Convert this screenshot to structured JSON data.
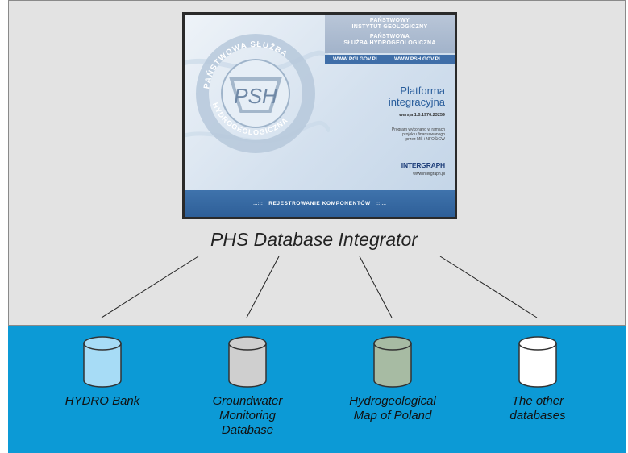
{
  "splash": {
    "header_line1": "PAŃSTWOWY",
    "header_line2": "INSTYTUT GEOLOGICZNY",
    "header_line3": "PAŃSTWOWA",
    "header_line4": "SŁUŻBA HYDROGEOLOGICZNA",
    "url_pgi": "WWW.PGI.GOV.PL",
    "url_psh": "WWW.PSH.GOV.PL",
    "seal_outer_text": "PAŃSTWOWA SŁUŻBA HYDROGEOLOGICZNA",
    "seal_inner_text": "PSH",
    "platform_line1": "Platforma",
    "platform_line2": "integracyjna",
    "version": "wersja 1.0.1976.23259",
    "program_line1": "Program wykonano w ramach",
    "program_line2": "projektu finansowanego",
    "program_line3": "przez MŚ i NFOŚiGW",
    "brand": "INTERGRAPH",
    "brand_url": "www.intergraph.pl",
    "status_text": "REJESTROWANIE KOMPONENTÓW",
    "status_dots_left": "...:::",
    "status_dots_right": ":::..."
  },
  "integrator": {
    "label": "PHS Database Integrator"
  },
  "databases": [
    {
      "icon": "database-icon",
      "color": "#a7dcf6",
      "lines": [
        "HYDRO Bank"
      ]
    },
    {
      "icon": "database-icon",
      "color": "#cfcfcf",
      "lines": [
        "Groundwater",
        "Monitoring",
        "Database"
      ]
    },
    {
      "icon": "database-icon",
      "color": "#a7bba3",
      "lines": [
        "Hydrogeological",
        "Map of Poland"
      ]
    },
    {
      "icon": "database-icon",
      "color": "#ffffff",
      "lines": [
        "The other",
        "databases"
      ]
    }
  ],
  "colors": {
    "top_background": "#e3e3e3",
    "bottom_background": "#0c9ad6",
    "splash_blue": "#2e5f98"
  }
}
